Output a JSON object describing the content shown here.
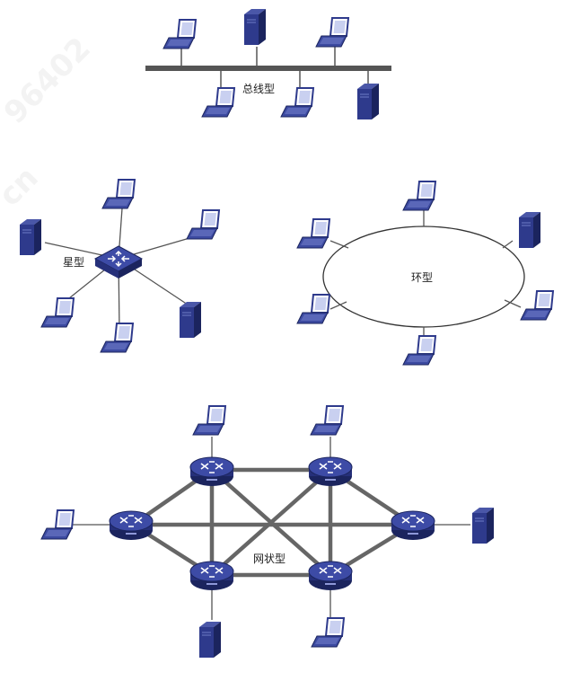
{
  "watermark": {
    "text": "96402",
    "text2": "cn"
  },
  "diagrams": {
    "bus": {
      "label": "总线型"
    },
    "star": {
      "label": "星型"
    },
    "ring": {
      "label": "环型"
    },
    "mesh": {
      "label": "网状型"
    }
  },
  "colors": {
    "device": "#2e3a8c",
    "device_dark": "#1b245e",
    "line": "#555555",
    "mesh_line": "#666666",
    "ring_stroke": "#333333"
  },
  "icons": [
    "laptop-icon",
    "server-icon",
    "switch-icon",
    "router-icon"
  ]
}
